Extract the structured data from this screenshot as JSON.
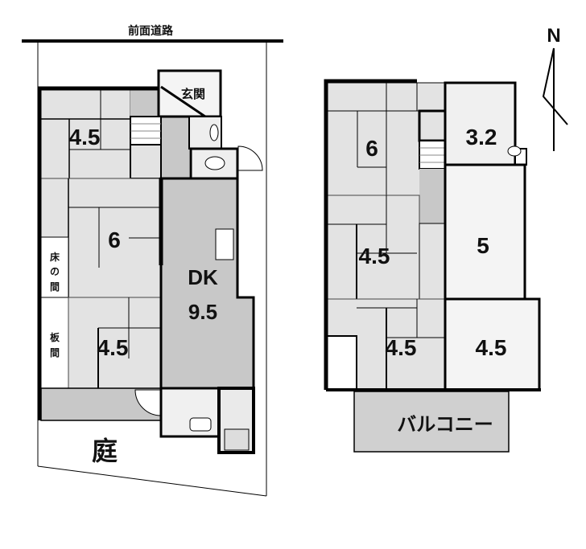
{
  "road_label": "前面道路",
  "garden_label": "庭",
  "north_label": "N",
  "ground_floor": {
    "entrance": "玄関",
    "rooms": [
      "4.5",
      "6",
      "4.5"
    ],
    "dk_label": "DK",
    "dk_size": "9.5",
    "tokonoma": [
      "床",
      "の",
      "間"
    ],
    "itama": [
      "板",
      "間"
    ]
  },
  "upper_floor": {
    "rooms": [
      "6",
      "3.2",
      "4.5",
      "5",
      "4.5",
      "4.5"
    ],
    "balcony": "バルコニー"
  },
  "colors": {
    "tatami": "#e3e3e3",
    "gray": "#c8c8c8",
    "wall": "#000000"
  }
}
